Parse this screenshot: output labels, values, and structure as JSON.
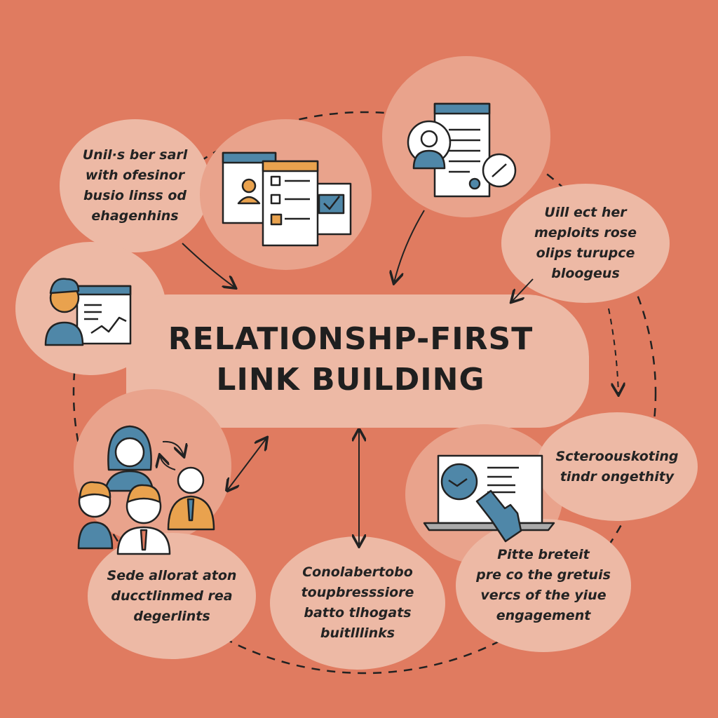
{
  "title": {
    "line1": "RELATIONSHP-FIRST",
    "line2": "LINK BUILDING"
  },
  "bubbles": {
    "top_left": [
      "Unil·s ber sarl",
      "with ofesinor",
      "busio linss od",
      "ehagenhins"
    ],
    "right_upper": [
      "Uill ect her",
      "meploits rose",
      "olips turupce",
      "bloogeus"
    ],
    "right_middle": [
      "Scteroouskoting",
      "tindr ongethity"
    ],
    "bottom_right": [
      "Pitte breteit",
      "pre co the gretuis",
      "vercs of the yiue",
      "engagement"
    ],
    "bottom_center": [
      "Conolabertobo",
      "toupbresssiore",
      "batto tlhogats",
      "buitlllinks"
    ],
    "bottom_left": [
      "Sede allorat aton",
      "ducctlinmed rea",
      "degerlints"
    ]
  },
  "colors": {
    "background": "#E07B60",
    "bubble": "#EDB9A5",
    "icon_blue": "#4F87A8",
    "icon_orange": "#E9A24E",
    "ink": "#232323"
  }
}
